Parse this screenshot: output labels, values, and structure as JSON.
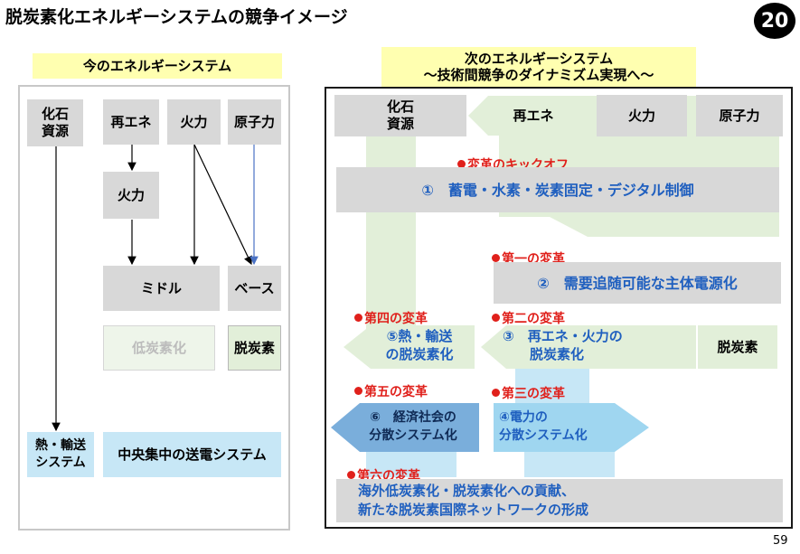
{
  "title": "脱炭素化エネルギーシステムの競争イメージ",
  "slide_badge": "20",
  "page_number": "59",
  "left": {
    "header": "今のエネルギーシステム",
    "fossil": "化石\n資源",
    "renewable": "再エネ",
    "thermal": "火力",
    "nuclear": "原子力",
    "thermal2": "火力",
    "middle": "ミドル",
    "base": "ベース",
    "low_carbon": "低炭素化",
    "decarbon": "脱炭素",
    "heat_transport": "熱・輸送\nシステム",
    "central_grid": "中央集中の送電システム"
  },
  "right": {
    "header_line1": "次のエネルギーシステム",
    "header_line2": "～技術間競争のダイナミズム実現へ～",
    "fossil": "化石\n資源",
    "renewable": "再エネ",
    "thermal": "火力",
    "nuclear": "原子力",
    "kickoff_label": "変革のキックオフ",
    "item1": "①　蓄電・水素・炭素固定・デジタル制御",
    "change1_label": "第一の変革",
    "item2": "②　需要追随可能な主体電源化",
    "change4_label": "第四の変革",
    "item5": "⑤熱・輸送\nの脱炭素化",
    "change2_label": "第二の変革",
    "item3": "③　再エネ・火力の\n　　脱炭素化",
    "decarbon": "脱炭素",
    "change5_label": "第五の変革",
    "change3_label": "第三の変革",
    "item6": "⑥　経済社会の\n分散システム化",
    "item4": "④電力の\n分散システム化",
    "change6_label": "第六の変革",
    "item7": "海外低炭素化・脱炭素化への貢献、\n新たな脱炭素国際ネットワークの形成"
  },
  "colors": {
    "gray_box": "#d8d8d8",
    "light_green": "#e2efd9",
    "light_blue": "#c7e7f6",
    "mid_blue": "#9fd6f0",
    "dark_blue": "#7aaedb",
    "red_label": "#e0201b",
    "blue_text": "#1f5fbf",
    "yellow_header": "#ffffb0"
  }
}
